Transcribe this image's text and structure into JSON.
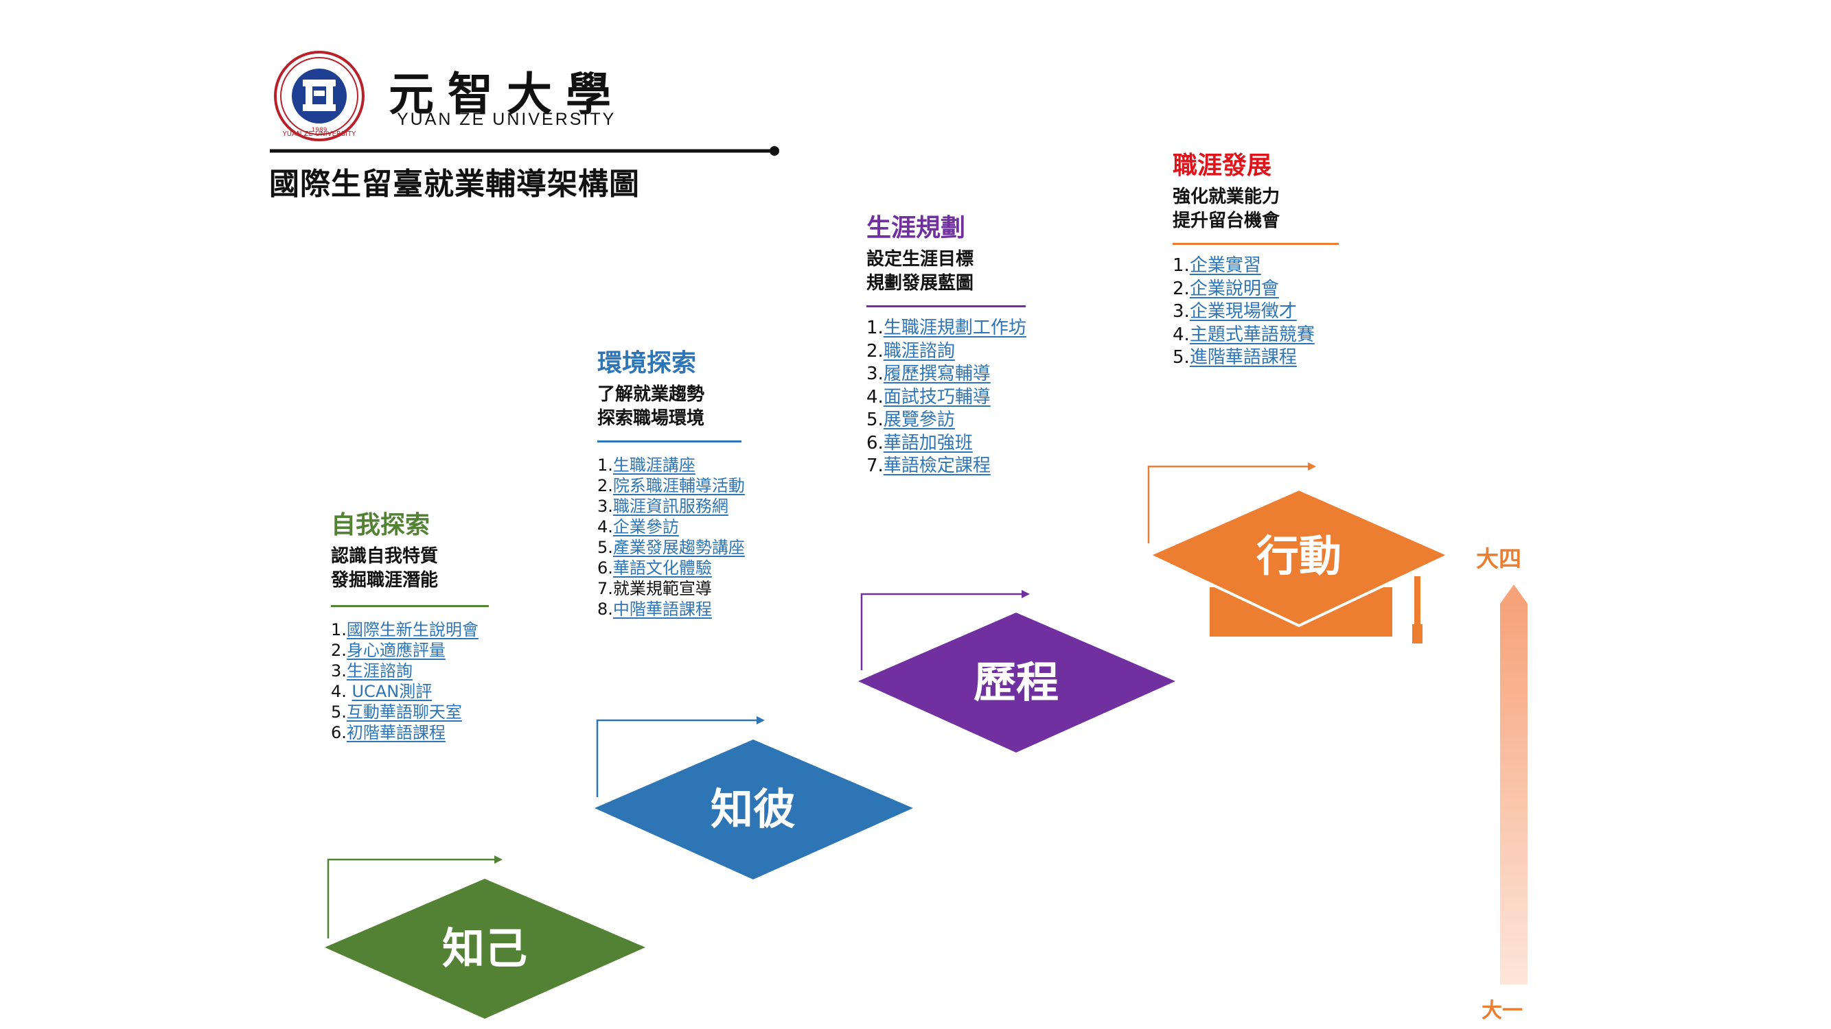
{
  "logo": {
    "name_cn": "元智大學",
    "name_en": "YUAN ZE UNIVERSITY",
    "seal_text": "YUAN ZE UNIVERSITY",
    "seal_year": "1989"
  },
  "page_title": "國際生留臺就業輔導架構圖",
  "colors": {
    "green": "#548235",
    "blue": "#2e75b6",
    "purple": "#7030a0",
    "orange": "#ed7d31",
    "red": "#e0151b",
    "link": "#2e75b6"
  },
  "stages": [
    {
      "key": "zhiji",
      "shape_label": "知己",
      "title": "自我探索",
      "subtitle": [
        "認識自我特質",
        "發掘職涯潛能"
      ],
      "items": [
        {
          "num": "1.",
          "text": "國際生新生說明會",
          "link": true
        },
        {
          "num": "2.",
          "text": "身心適應評量",
          "link": true
        },
        {
          "num": "3.",
          "text": "生涯諮詢",
          "link": true
        },
        {
          "num": "4. ",
          "text": "UCAN測評",
          "link": true
        },
        {
          "num": "5.",
          "text": "互動華語聊天室",
          "link": true
        },
        {
          "num": "6.",
          "text": "初階華語課程",
          "link": true
        }
      ]
    },
    {
      "key": "zhibi",
      "shape_label": "知彼",
      "title": "環境探索",
      "subtitle": [
        "了解就業趨勢",
        "探索職場環境"
      ],
      "items": [
        {
          "num": "1.",
          "text": "生職涯講座",
          "link": true
        },
        {
          "num": "2.",
          "text": "院系職涯輔導活動",
          "link": true
        },
        {
          "num": "3.",
          "text": "職涯資訊服務網",
          "link": true
        },
        {
          "num": "4.",
          "text": "企業參訪",
          "link": true
        },
        {
          "num": "5.",
          "text": "產業發展趨勢講座",
          "link": true
        },
        {
          "num": "6.",
          "text": "華語文化體驗",
          "link": true
        },
        {
          "num": "7.",
          "text": "就業規範宣導",
          "link": false
        },
        {
          "num": "8.",
          "text": "中階華語課程",
          "link": true
        }
      ]
    },
    {
      "key": "licheng",
      "shape_label": "歷程",
      "title": "生涯規劃",
      "subtitle": [
        "設定生涯目標",
        "規劃發展藍圖"
      ],
      "items": [
        {
          "num": "1.",
          "text": "生職涯規劃工作坊",
          "link": true
        },
        {
          "num": "2.",
          "text": "職涯諮詢",
          "link": true
        },
        {
          "num": "3.",
          "text": "履歷撰寫輔導",
          "link": true
        },
        {
          "num": "4.",
          "text": "面試技巧輔導",
          "link": true
        },
        {
          "num": "5.",
          "text": "展覽參訪",
          "link": true
        },
        {
          "num": "6.",
          "text": "華語加強班",
          "link": true
        },
        {
          "num": "7.",
          "text": "華語檢定課程",
          "link": true
        }
      ]
    },
    {
      "key": "xingdong",
      "shape_label": "行動",
      "title": "職涯發展",
      "subtitle": [
        "強化就業能力",
        "提升留台機會"
      ],
      "items": [
        {
          "num": "1.",
          "text": "企業實習",
          "link": true
        },
        {
          "num": "2.",
          "text": "企業說明會",
          "link": true
        },
        {
          "num": "3.",
          "text": "企業現場徵才",
          "link": true
        },
        {
          "num": "4.",
          "text": "主題式華語競賽",
          "link": true
        },
        {
          "num": "5.",
          "text": "進階華語課程",
          "link": true
        }
      ]
    }
  ],
  "progress_axis": {
    "top_label": "大四",
    "bottom_label": "大一"
  }
}
